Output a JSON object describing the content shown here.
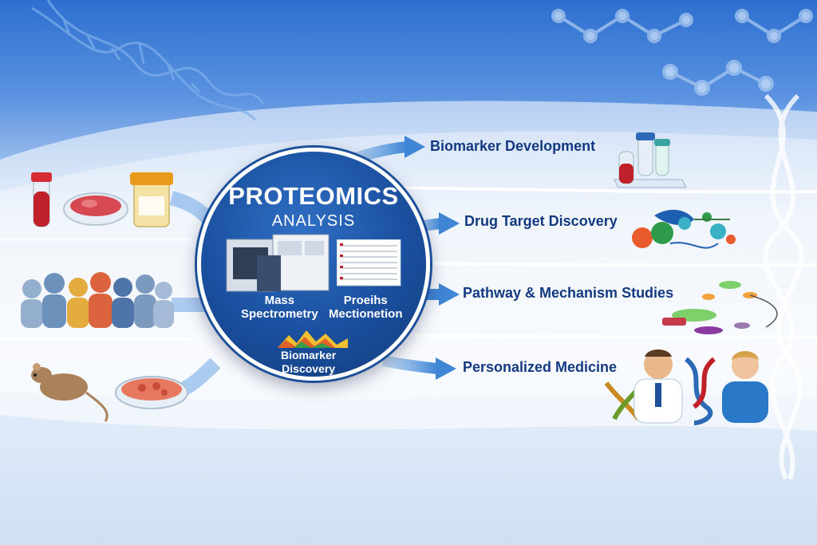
{
  "hub": {
    "title": "PROTEOMICS",
    "subtitle": "ANALYSIS",
    "left_caption": [
      "Mass",
      "Spectrometry"
    ],
    "right_caption": [
      "Proeihs",
      "Mectionetion"
    ],
    "bottom_caption": [
      "Biomarker",
      "Discovery"
    ]
  },
  "outputs": [
    {
      "label": "Biomarker Development",
      "icon": "test-tubes-icon"
    },
    {
      "label": "Drug Target Discovery",
      "icon": "molecular-network-icon"
    },
    {
      "label": "Pathway & Mechanism Studies",
      "icon": "pathway-diagram-icon"
    },
    {
      "label": "Personalized Medicine",
      "icon": "doctor-patient-dna-icon"
    }
  ],
  "inputs": [
    {
      "name": "clinical-samples",
      "icons": [
        "blood-tube-icon",
        "tissue-dish-icon",
        "sample-jar-icon"
      ]
    },
    {
      "name": "patient-population",
      "icons": [
        "people-group-icon"
      ]
    },
    {
      "name": "model-systems",
      "icons": [
        "rat-icon",
        "cell-culture-dish-icon"
      ]
    }
  ],
  "colors": {
    "navy": "#133a80",
    "hub_blue": "#1a4f9e",
    "arrow_blue": "#3f86d6",
    "blood_red": "#c0202a"
  }
}
